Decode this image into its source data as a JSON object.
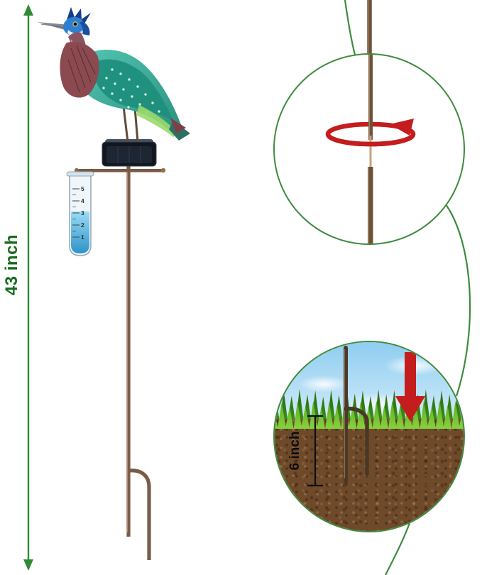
{
  "figure": {
    "height_label": "43 inch",
    "depth_label": "6 inch"
  },
  "rain_gauge": {
    "ticks": [
      "5",
      "4",
      "3",
      "2",
      "1"
    ]
  },
  "colors": {
    "dimension_green": "#2e8b33",
    "callout_ring_green": "#3f8a3f",
    "connector_green": "#3f8a3f",
    "arrow_red": "#c41d1d",
    "stake_bronze": "#7a5b45",
    "water_blue": "#4fb0dd",
    "soil_brown": "#6f4a2a",
    "grass_green": "#53a81f",
    "sky_blue": "#8fcdf0",
    "heron_teal": "#2a8f7c",
    "heron_maroon": "#8a4a50",
    "heron_head_blue": "#2f7fd0",
    "solar_panel_dark": "#11161f"
  },
  "icons": {
    "rotation": "rotate-arrow-icon",
    "insertion": "down-arrow-icon",
    "height": "vertical-dimension-arrow-icon"
  }
}
